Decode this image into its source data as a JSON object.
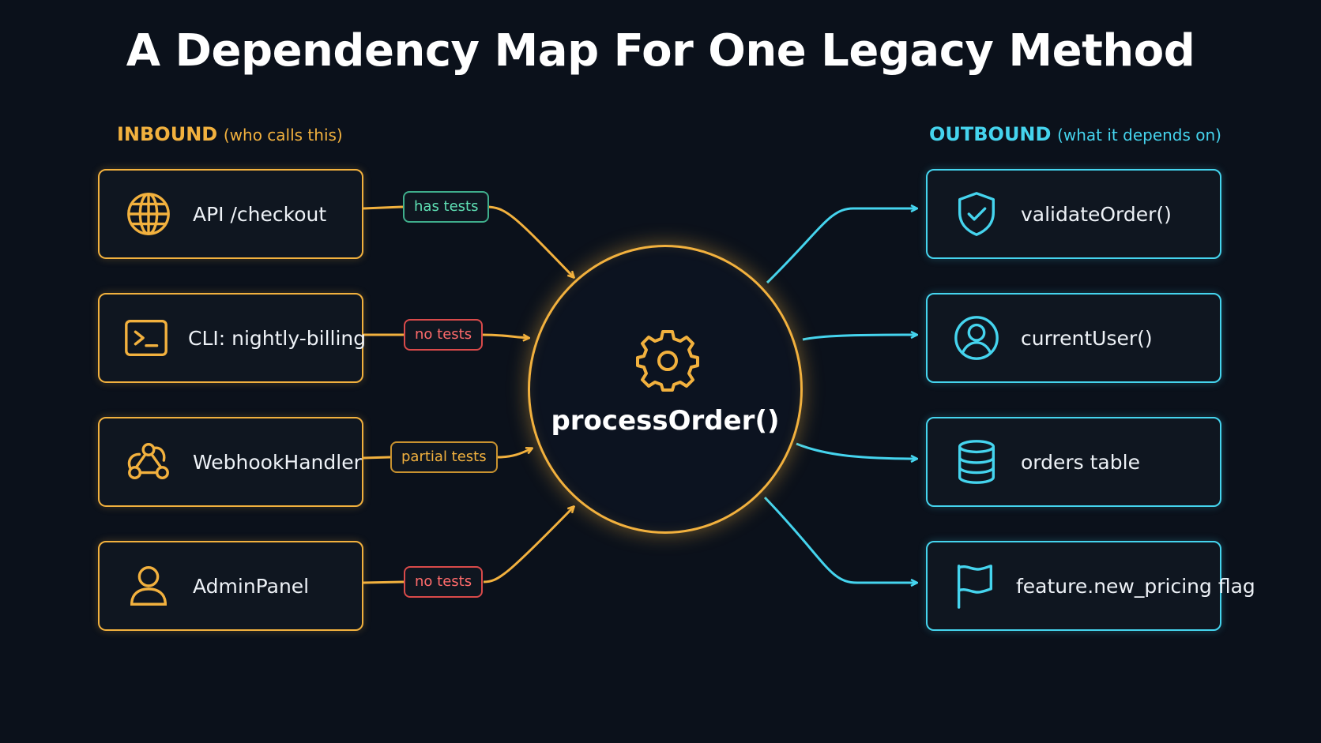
{
  "title": "A Dependency Map For One Legacy Method",
  "inbound": {
    "heading": "INBOUND",
    "subheading": "(who calls this)",
    "items": [
      {
        "label": "API /checkout",
        "icon": "globe-icon",
        "badge": "has tests",
        "badge_status": "green"
      },
      {
        "label": "CLI: nightly-billing",
        "icon": "terminal-icon",
        "badge": "no tests",
        "badge_status": "red"
      },
      {
        "label": "WebhookHandler",
        "icon": "webhook-icon",
        "badge": "partial tests",
        "badge_status": "amber"
      },
      {
        "label": "AdminPanel",
        "icon": "user-icon",
        "badge": "no tests",
        "badge_status": "red"
      }
    ]
  },
  "center": {
    "label": "processOrder()",
    "icon": "gear-icon"
  },
  "outbound": {
    "heading": "OUTBOUND",
    "subheading": "(what it depends on)",
    "items": [
      {
        "label": "validateOrder()",
        "icon": "shield-check-icon"
      },
      {
        "label": "currentUser()",
        "icon": "user-circle-icon"
      },
      {
        "label": "orders table",
        "icon": "database-icon"
      },
      {
        "label": "feature.new_pricing flag",
        "icon": "flag-icon"
      }
    ]
  },
  "colors": {
    "background": "#0b111b",
    "inbound": "#f2b13e",
    "outbound": "#45d4ee",
    "has_tests": "#5fe0b4",
    "no_tests": "#ff6b6b",
    "partial_tests": "#f2b13e"
  }
}
